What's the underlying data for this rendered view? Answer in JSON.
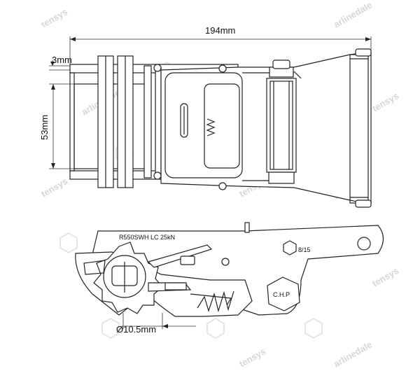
{
  "dimensions": {
    "overall_length": "194mm",
    "plate_thickness": "3mm",
    "width": "53mm",
    "spindle_diameter": "Ø10.5mm"
  },
  "side_view": {
    "model_label": "R550SWH  LC 25kN",
    "hex_label": "C.H.P",
    "date_code": "8/15"
  },
  "watermarks": {
    "brand_a": "tensys",
    "brand_b": "arlinedale"
  },
  "colors": {
    "line": "#222222",
    "watermark": "#d6d6d6"
  }
}
